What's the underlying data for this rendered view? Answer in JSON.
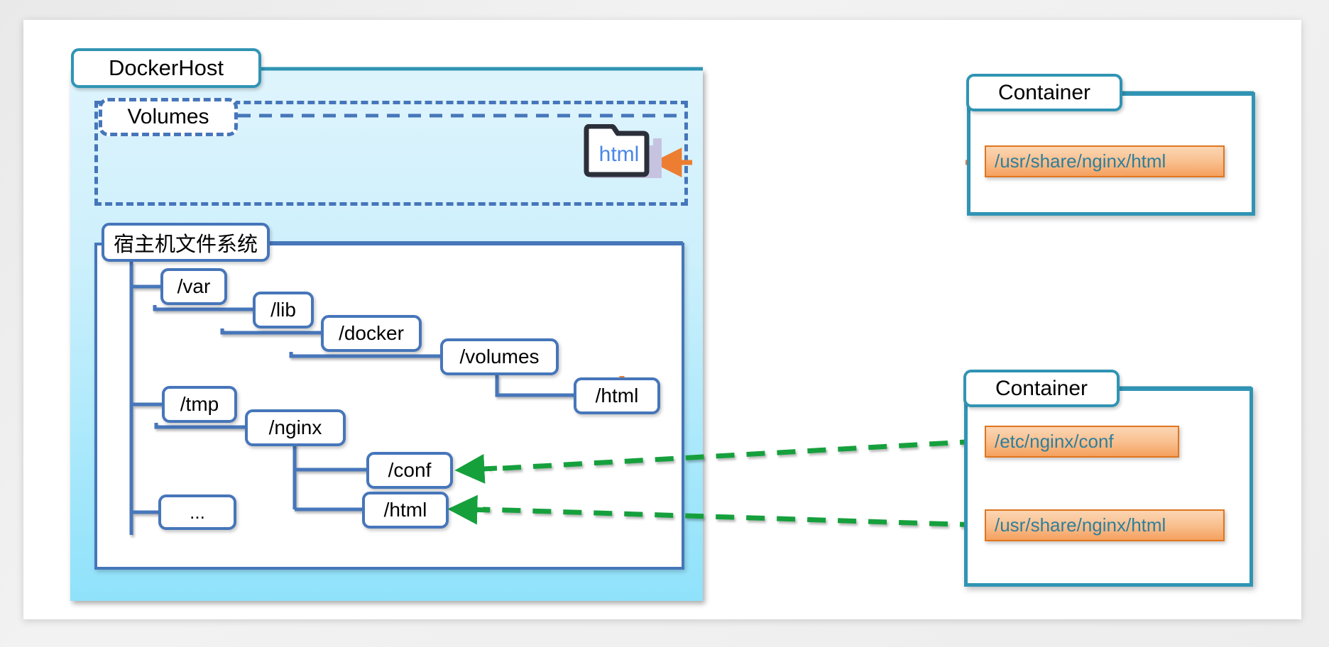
{
  "diagram": {
    "title_regions": {
      "docker_host": "DockerHost",
      "volumes": "Volumes",
      "host_filesystem": "宿主机文件系统",
      "container_1": "Container",
      "container_2": "Container"
    },
    "folder_icon": {
      "label": "html",
      "icon": "folder-icon"
    },
    "filesystem_tree": [
      {
        "id": "var",
        "label": "/var"
      },
      {
        "id": "lib",
        "label": "/lib"
      },
      {
        "id": "docker",
        "label": "/docker"
      },
      {
        "id": "volumes",
        "label": "/volumes"
      },
      {
        "id": "html",
        "label": "/html"
      },
      {
        "id": "tmp",
        "label": "/tmp"
      },
      {
        "id": "nginx",
        "label": "/nginx"
      },
      {
        "id": "conf",
        "label": "/conf"
      },
      {
        "id": "nhtml",
        "label": "/html"
      },
      {
        "id": "ellipsis",
        "label": "..."
      }
    ],
    "container_1_mounts": [
      {
        "path": "/usr/share/nginx/html"
      }
    ],
    "container_2_mounts": [
      {
        "path": "/etc/nginx/conf"
      },
      {
        "path": "/usr/share/nginx/html"
      }
    ],
    "colors": {
      "teal_border": "#3094b4",
      "blue_border": "#4676ba",
      "orange_link": "#ed7d31",
      "green_link": "#15a03c",
      "mount_text": "#2e7f9b",
      "docker_host_fill": "#8fe2fb",
      "page_background": "#ffffff"
    },
    "links": [
      {
        "id": "volume-to-container1",
        "style": "dashed",
        "color": "#ed7d31"
      },
      {
        "id": "volume-to-host-html",
        "style": "dashed",
        "color": "#ed7d31"
      },
      {
        "id": "container2-conf-to-host-conf",
        "style": "dashed",
        "color": "#15a03c"
      },
      {
        "id": "container2-html-to-host-html",
        "style": "dashed",
        "color": "#15a03c"
      }
    ]
  }
}
